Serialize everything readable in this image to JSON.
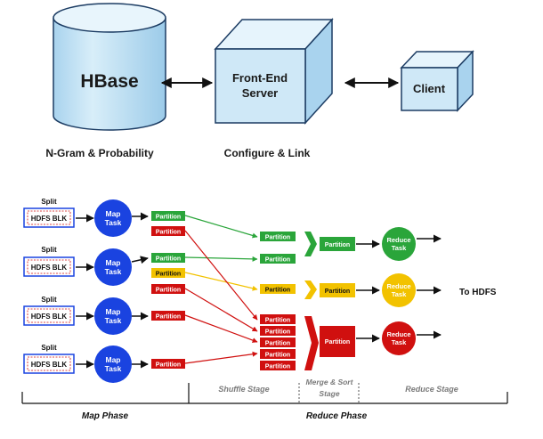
{
  "top": {
    "hbase_label": "HBase",
    "hbase_caption": "N-Gram & Probability",
    "frontend_label_line1": "Front-End",
    "frontend_label_line2": "Server",
    "frontend_caption": "Configure & Link",
    "client_label": "Client"
  },
  "mapreduce": {
    "split_label": "Split",
    "hdfs_blk_label": "HDFS BLK",
    "map_task_line1": "Map",
    "map_task_line2": "Task",
    "partition_label": "Partition",
    "reduce_task_line1": "Reduce",
    "reduce_task_line2": "Task",
    "to_hdfs": "To HDFS",
    "shuffle_stage": "Shuffle Stage",
    "merge_sort_line1": "Merge & Sort",
    "merge_sort_line2": "Stage",
    "reduce_stage": "Reduce Stage",
    "map_phase": "Map Phase",
    "reduce_phase": "Reduce Phase"
  },
  "colors": {
    "blue": "#1a43e0",
    "green": "#2aa53a",
    "yellow": "#f2c200",
    "red": "#d0100f",
    "dark": "#111111",
    "cube_front": "#cfe8f7",
    "cube_top": "#e6f4fc",
    "cube_side": "#a9d3ee"
  }
}
